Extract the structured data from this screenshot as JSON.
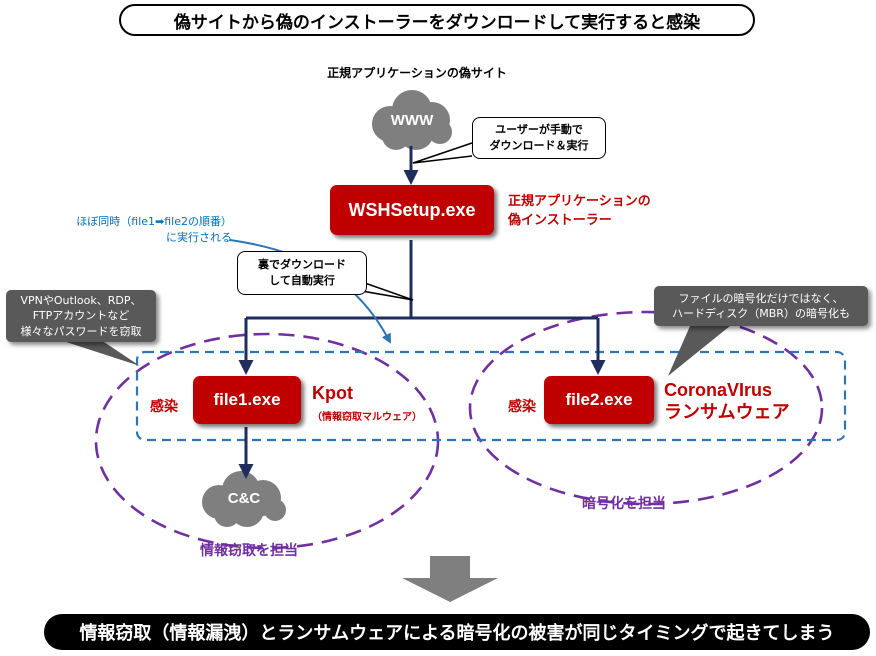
{
  "title": "偽サイトから偽のインストーラーをダウンロードして実行すると感染",
  "fake_site_label": "正規アプリケーションの偽サイト",
  "www_cloud": "WWW",
  "user_action_callout": [
    "ユーザーが手動で",
    "ダウンロード＆実行"
  ],
  "installer": {
    "name": "WSHSetup.exe",
    "desc": [
      "正規アプリケーションの",
      "偽インストーラー"
    ]
  },
  "timing_note": [
    "ほぼ同時（file1➡file2の順番）",
    "に実行される"
  ],
  "hidden_download_callout": [
    "裏でダウンロード",
    "して自動実行"
  ],
  "password_callout": [
    "VPNやOutlook、RDP、",
    "FTPアカウントなど",
    "様々なパスワードを窃取"
  ],
  "encryption_callout": [
    "ファイルの暗号化だけではなく、",
    "ハードディスク（MBR）の暗号化も"
  ],
  "file1": {
    "infect": "感染",
    "name": "file1.exe",
    "malware": "Kpot",
    "malware_desc": "（情報窃取マルウェア）",
    "role": "情報窃取を担当"
  },
  "file2": {
    "infect": "感染",
    "name": "file2.exe",
    "malware_line1": "CoronaVIrus",
    "malware_line2": "ランサムウェア",
    "role": "暗号化を担当"
  },
  "cc_cloud": "C&C",
  "conclusion": "情報窃取（情報漏洩）とランサムウェアによる暗号化の被害が同じタイミングで起きてしまう",
  "colors": {
    "exe_red": "#c00000",
    "arrow_navy": "#1f2d5c",
    "dashed_blue": "#2e75b6",
    "dashed_purple": "#7030a0",
    "callout_gray": "#595959",
    "cloud_gray": "#7f7f7f"
  }
}
